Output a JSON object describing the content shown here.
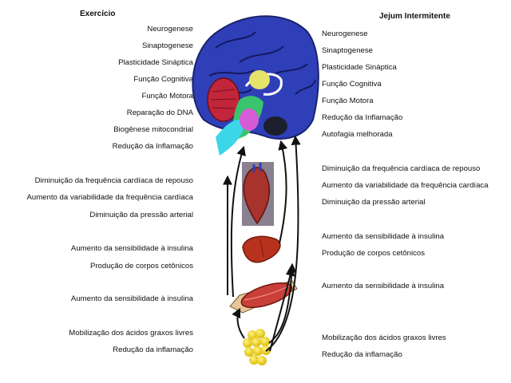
{
  "left_column": {
    "title": "Exercício",
    "brain": [
      "Neurogenese",
      "Sinaptogenese",
      "Plasticidade Sináptica",
      "Função Cognitiva",
      "Função Motora",
      "Reparação do DNA",
      "Biogênese mitocondrial",
      "Redução da Inflamação"
    ],
    "heart": [
      "Diminuição da frequência cardíaca de repouso",
      "Aumento da variabilidade da frequência cardíaca",
      "Diminuição da pressão arterial"
    ],
    "liver": [
      "Aumento da sensibilidade à insulina",
      "Produção de corpos cetônicos"
    ],
    "muscle": [
      "Aumento da sensibilidade à insulina"
    ],
    "fat": [
      "Mobilização dos ácidos graxos livres",
      "Redução da inflamação"
    ]
  },
  "right_column": {
    "title": "Jejum Intermitente",
    "brain": [
      "Neurogenese",
      "Sinaptogenese",
      "Plasticidade Sináptica",
      "Função Cognitiva",
      "Função Motora",
      "Redução da Inflamação",
      "Autofagia melhorada"
    ],
    "heart": [
      "Diminuição da frequência cardíaca de repouso",
      "Aumento da variabilidade da frequência cardíaca",
      "Diminuição da pressão arterial"
    ],
    "liver": [
      "Aumento da sensibilidade à insulina",
      "Produção de corpos cetônicos"
    ],
    "muscle": [
      "Aumento da sensibilidade à insulina"
    ],
    "fat": [
      "Mobilização dos ácidos graxos livres",
      "Redução da inflamação"
    ]
  },
  "colors": {
    "brain": "#2f3fb8",
    "cerebellum": "#c2263a",
    "heart": "#a8322c",
    "liver": "#b8321e",
    "muscle": "#c9403a",
    "fat": "#e8d21a",
    "arrow": "#111111"
  }
}
